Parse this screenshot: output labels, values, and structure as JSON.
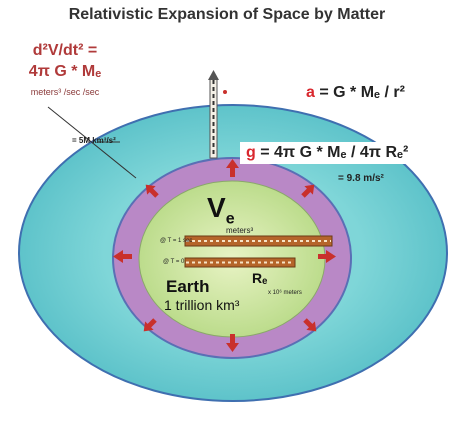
{
  "diagram": {
    "title": "Relativistic Expansion of Space by Matter",
    "dvdt_formula": "d²V/dt² =",
    "dvdt_formula2": "4π G * Mₑ",
    "dvdt_units": "meters³ /sec /sec",
    "rate_label": "= 5M km³/s²",
    "a_symbol": "a",
    "a_formula": " = G * Mₑ / r²",
    "g_symbol": "g",
    "g_formula": " = 4π G * Mₑ / 4π Rₑ²",
    "g_value": "= 9.8 m/s²",
    "ve_label": "V",
    "ve_sub": "e",
    "ve_units": "meters³",
    "t1_label": "@ T = 1 sec",
    "t0_label": "@ T = 0",
    "re_label": "Rₑ",
    "re_units": "x 10⁶ meters",
    "earth_label": "Earth",
    "earth_volume": "1 trillion km³"
  },
  "colors": {
    "outer_fill": "#7fd3d6",
    "outer_stroke": "#3f6fb0",
    "shell_fill": "#b988c6",
    "earth_fill": "#cfe6a3",
    "arrow_red": "#c9302c",
    "ruler_brown": "#b5652a"
  },
  "icons": [
    "expansion-arrow-icon",
    "ruler-icon"
  ]
}
